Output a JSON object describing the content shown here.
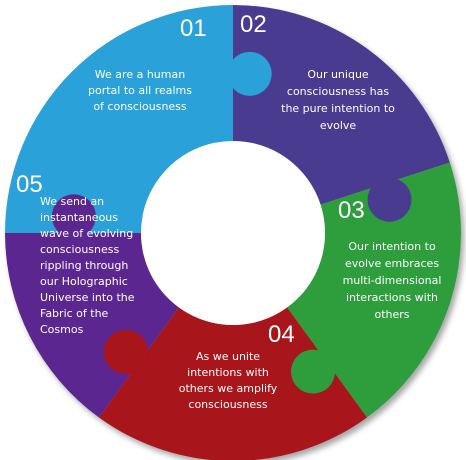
{
  "segments": [
    {
      "number": "01",
      "color": "#2aa2d9",
      "lines": [
        "We are a human",
        "portal to all realms",
        "of consciousness"
      ]
    },
    {
      "number": "02",
      "color": "#4a3b8f",
      "lines": [
        "Our unique",
        "consciousness  has",
        "the pure intention to",
        "evolve"
      ]
    },
    {
      "number": "03",
      "color": "#2e9e3e",
      "lines": [
        "Our intention to",
        "evolve embraces",
        "multi-dimensional",
        "interactions with",
        "others"
      ]
    },
    {
      "number": "04",
      "color": "#a8121a",
      "lines": [
        "As we unite",
        "intentions with",
        "others  we amplify",
        "consciousness"
      ]
    },
    {
      "number": "05",
      "color": "#5b2890",
      "lines": [
        "We send an",
        "instantaneous",
        "wave of evolving",
        "consciousness",
        "rippling through",
        "our Holographic",
        "Universe into the",
        "Fabric of the",
        "Cosmos"
      ]
    }
  ]
}
